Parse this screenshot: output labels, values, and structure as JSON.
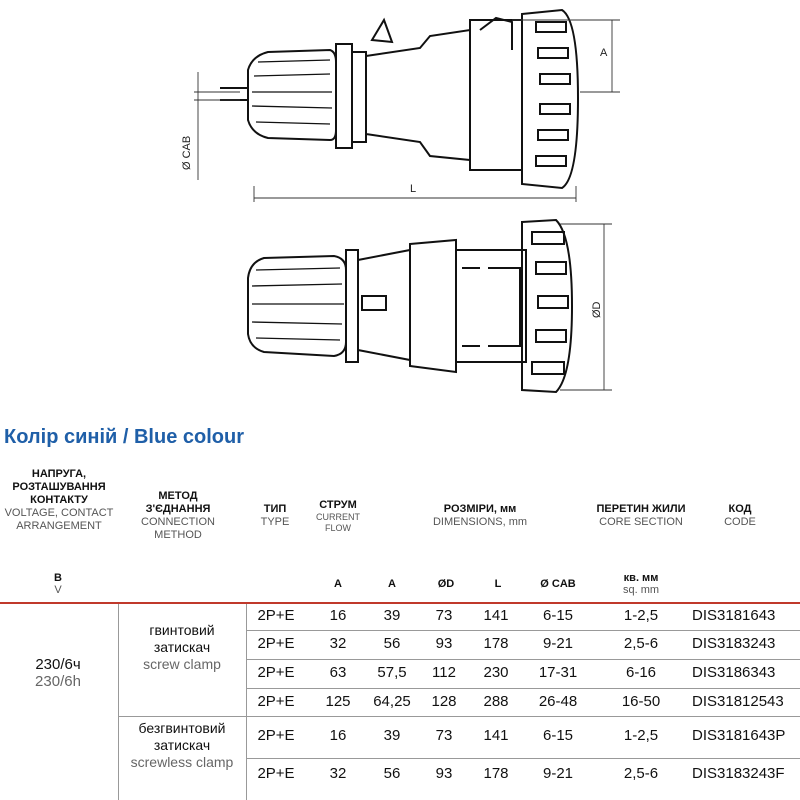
{
  "drawing": {
    "dim_a": "A",
    "dim_l": "L",
    "dim_cab": "Ø CAB",
    "dim_d": "ØD"
  },
  "title": "Колір синій / Blue colour",
  "headers": {
    "voltage": {
      "uk": "НАПРУГА, РОЗТАШУВАННЯ КОНТАКТУ",
      "en": "VOLTAGE, CONTACT ARRANGEMENT",
      "unit_uk": "В",
      "unit_en": "V"
    },
    "method": {
      "uk": "МЕТОД З'ЄДНАННЯ",
      "en": "CONNECTION METHOD"
    },
    "type": {
      "uk": "ТИП",
      "en": "TYPE"
    },
    "current": {
      "uk": "СТРУМ",
      "en": "CURRENT FLOW",
      "unit": "A"
    },
    "dimensions": {
      "uk": "РОЗМІРИ, мм",
      "en": "DIMENSIONS, mm",
      "units": [
        "A",
        "ØD",
        "L",
        "Ø CAB"
      ]
    },
    "section": {
      "uk": "ПЕРЕТИН ЖИЛИ",
      "en": "CORE SECTION",
      "unit_uk": "кв. мм",
      "unit_en": "sq. mm"
    },
    "code": {
      "uk": "КОД",
      "en": "CODE"
    }
  },
  "voltage_value": {
    "uk": "230/6ч",
    "en": "230/6h"
  },
  "methods": [
    {
      "uk": "гвинтовий затискач",
      "en": "screw clamp"
    },
    {
      "uk": "безгвинтовий затискач",
      "en": "screwless clamp"
    }
  ],
  "rows": [
    {
      "type": "2P+E",
      "current": "16",
      "a": "39",
      "d": "73",
      "l": "141",
      "cab": "6-15",
      "section": "1-2,5",
      "code": "DIS3181643"
    },
    {
      "type": "2P+E",
      "current": "32",
      "a": "56",
      "d": "93",
      "l": "178",
      "cab": "9-21",
      "section": "2,5-6",
      "code": "DIS3183243"
    },
    {
      "type": "2P+E",
      "current": "63",
      "a": "57,5",
      "d": "112",
      "l": "230",
      "cab": "17-31",
      "section": "6-16",
      "code": "DIS3186343"
    },
    {
      "type": "2P+E",
      "current": "125",
      "a": "64,25",
      "d": "128",
      "l": "288",
      "cab": "26-48",
      "section": "16-50",
      "code": "DIS31812543"
    },
    {
      "type": "2P+E",
      "current": "16",
      "a": "39",
      "d": "73",
      "l": "141",
      "cab": "6-15",
      "section": "1-2,5",
      "code": "DIS3181643P"
    },
    {
      "type": "2P+E",
      "current": "32",
      "a": "56",
      "d": "93",
      "l": "178",
      "cab": "9-21",
      "section": "2,5-6",
      "code": "DIS3183243F"
    }
  ]
}
